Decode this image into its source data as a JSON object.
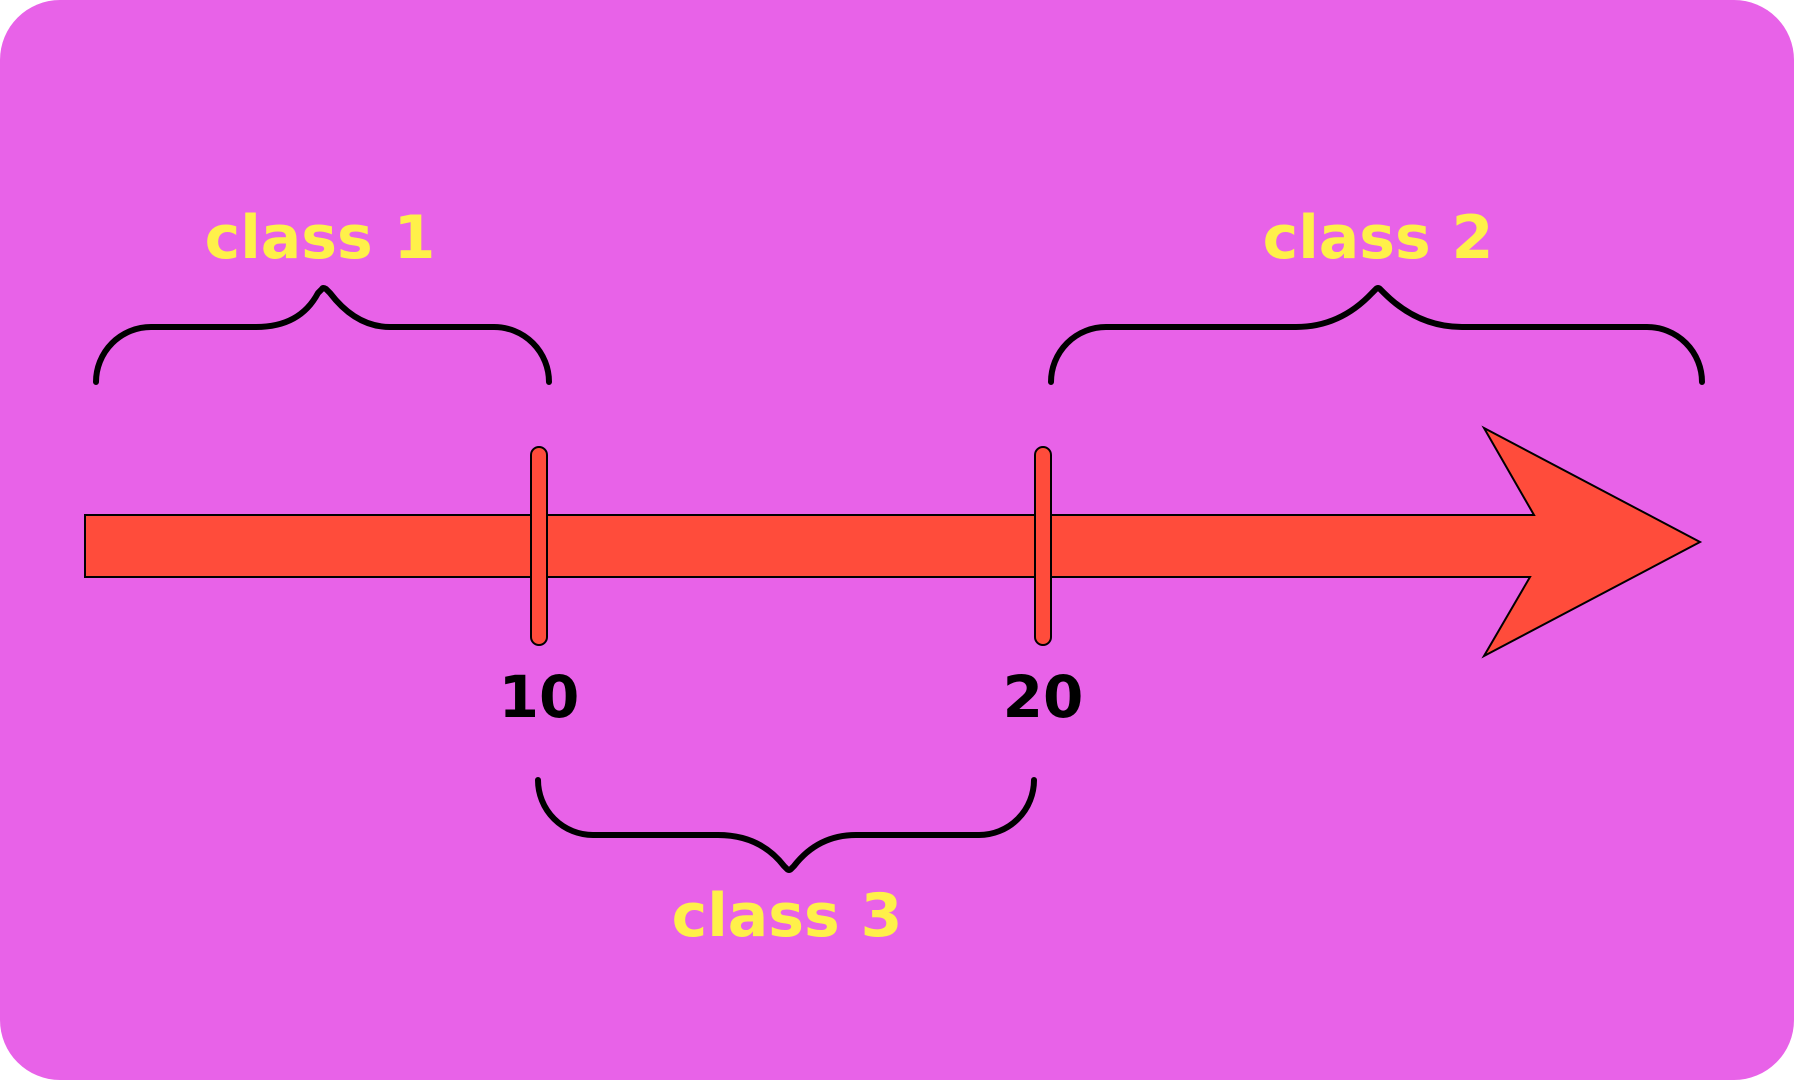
{
  "colors": {
    "background": "#E862E8",
    "arrow": "#FF4C3B",
    "outline": "#000000",
    "class_label": "#FFF04A",
    "tick_label": "#000000"
  },
  "number_line": {
    "ticks": [
      {
        "label": "10"
      },
      {
        "label": "20"
      }
    ]
  },
  "classes": {
    "class1": {
      "label": "class 1"
    },
    "class2": {
      "label": "class 2"
    },
    "class3": {
      "label": "class 3"
    }
  }
}
